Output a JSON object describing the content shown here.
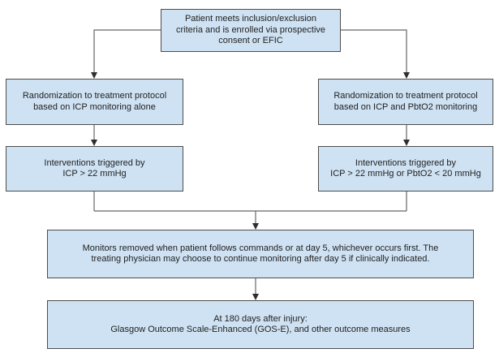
{
  "colors": {
    "box_fill": "#cfe2f3",
    "box_border": "#4d4d4d",
    "connector_line": "#666666",
    "arrowhead": "#2e2e2e",
    "text": "#212121",
    "background": "#ffffff"
  },
  "boxes": {
    "enrollment": {
      "lines": [
        "Patient meets inclusion/exclusion",
        "criteria and is enrolled via prospective",
        "consent or EFIC"
      ]
    },
    "randomization_icp": {
      "lines": [
        "Randomization to treatment protocol",
        "based on ICP monitoring alone"
      ]
    },
    "randomization_icp_pbto2": {
      "lines": [
        "Randomization to treatment protocol",
        "based on ICP and PbtO2 monitoring"
      ]
    },
    "interventions_icp": {
      "lines": [
        "Interventions triggered by",
        "ICP > 22 mmHg"
      ]
    },
    "interventions_icp_pbto2": {
      "lines": [
        "Interventions triggered by",
        "ICP > 22 mmHg or PbtO2 < 20 mmHg"
      ]
    },
    "monitor_removal": {
      "lines": [
        "Monitors removed when patient follows commands or at day 5, whichever occurs first. The",
        "treating physician may choose to continue monitoring after day 5 if clinically indicated."
      ]
    },
    "outcome_assessment": {
      "lines": [
        "At 180 days after injury:",
        "Glasgow Outcome Scale-Enhanced (GOS-E), and other outcome measures"
      ]
    }
  }
}
